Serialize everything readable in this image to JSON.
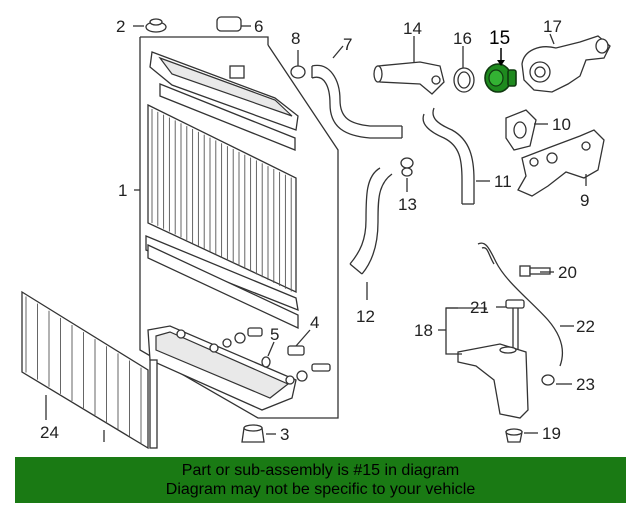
{
  "highlight": {
    "part": "15",
    "color": "#1e8a1e"
  },
  "labels": {
    "p1": "1",
    "p2": "2",
    "p3": "3",
    "p4": "4",
    "p5": "5",
    "p6": "6",
    "p7": "7",
    "p8": "8",
    "p9": "9",
    "p10": "10",
    "p11": "11",
    "p12": "12",
    "p13": "13",
    "p14": "14",
    "p15": "15",
    "p16": "16",
    "p17": "17",
    "p18": "18",
    "p19": "19",
    "p20": "20",
    "p21": "21",
    "p22": "22",
    "p23": "23",
    "p24": "24"
  },
  "banner": {
    "line1": "Part or sub-assembly is #15 in diagram",
    "line2": "Diagram may not be specific to your vehicle",
    "background": "#1a7a14"
  }
}
